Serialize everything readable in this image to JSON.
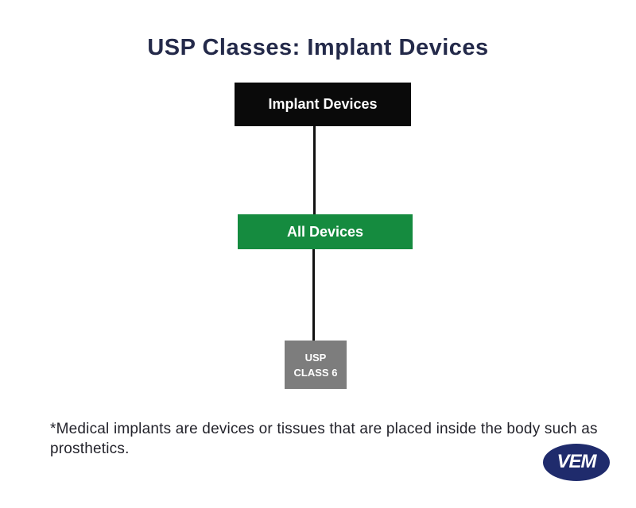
{
  "title": "USP Classes: Implant Devices",
  "flowchart": {
    "nodes": [
      {
        "id": "implant-devices",
        "label": "Implant Devices",
        "color": "#0a0a0a",
        "text_color": "#ffffff"
      },
      {
        "id": "all-devices",
        "label": "All Devices",
        "color": "#158b3f",
        "text_color": "#ffffff"
      },
      {
        "id": "usp-class-6",
        "label": "USP CLASS 6",
        "lines": [
          "USP",
          "CLASS 6"
        ],
        "color": "#7d7d7d",
        "text_color": "#ffffff"
      }
    ],
    "connector_color": "#111111"
  },
  "footnote": {
    "text": "*Medical implants are devices or tissues that are placed inside the body such as prosthetics.",
    "lines": [
      "*Medical implants are devices or tissues that are placed inside the body such as",
      "prosthetics."
    ]
  },
  "logo": {
    "text": "VEM",
    "background": "#1f2b6c",
    "text_color": "#ffffff"
  },
  "colors": {
    "background": "#ffffff",
    "title": "#242a4a",
    "footnote": "#23232b"
  }
}
